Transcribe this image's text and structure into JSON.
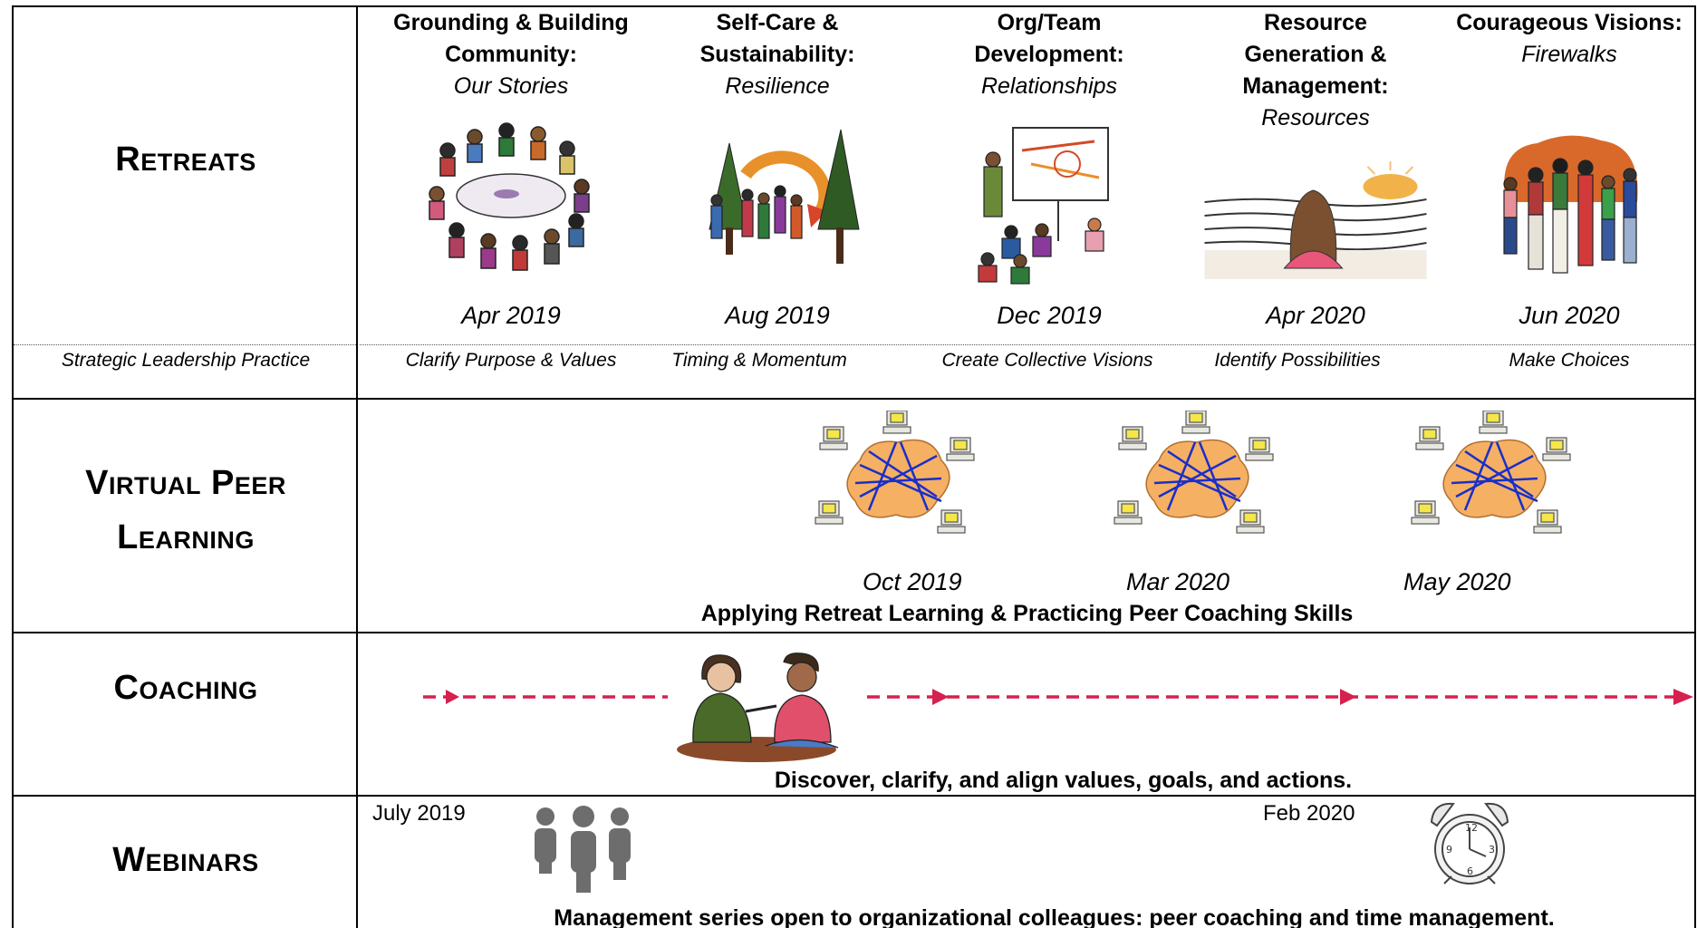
{
  "rows": {
    "retreats": {
      "label": "Retreats",
      "sub_label": "Strategic Leadership Practice",
      "items": [
        {
          "title": "Grounding & Building Community:",
          "subtitle": "Our Stories",
          "date": "Apr 2019",
          "practice": "Clarify Purpose & Values",
          "illustration": "people-circle-illustration"
        },
        {
          "title": "Self-Care & Sustainability:",
          "subtitle": "Resilience",
          "date": "Aug 2019",
          "practice": "Timing & Momentum",
          "illustration": "trees-cycle-illustration"
        },
        {
          "title": "Org/Team Development:",
          "subtitle": "Relationships",
          "date": "Dec 2019",
          "practice": "Create Collective Visions",
          "illustration": "flipchart-group-illustration"
        },
        {
          "title": "Resource Generation & Management:",
          "subtitle": "Resources",
          "date": "Apr 2020",
          "practice": "Identify Possibilities",
          "illustration": "sunset-beach-illustration"
        },
        {
          "title": "Courageous Visions:",
          "subtitle": "Firewalks",
          "date": "Jun 2020",
          "practice": "Make Choices",
          "illustration": "group-standing-illustration"
        }
      ]
    },
    "virtual_peer_learning": {
      "label_line1": "Virtual Peer",
      "label_line2": "Learning",
      "dates": [
        "Oct 2019",
        "Mar 2020",
        "May 2020"
      ],
      "caption": "Applying Retreat Learning & Practicing Peer Coaching Skills",
      "icon": "computer-network-icon"
    },
    "coaching": {
      "label": "Coaching",
      "caption": "Discover, clarify, and align values, goals, and actions.",
      "arrow_color": "#d6204e",
      "illustration": "two-people-talking-illustration"
    },
    "webinars": {
      "label": "Webinars",
      "date_left": "July 2019",
      "date_right": "Feb 2020",
      "caption": "Management series open to organizational colleagues: peer coaching and time management.",
      "icons": [
        "people-group-icon",
        "alarm-clock-icon"
      ]
    }
  }
}
